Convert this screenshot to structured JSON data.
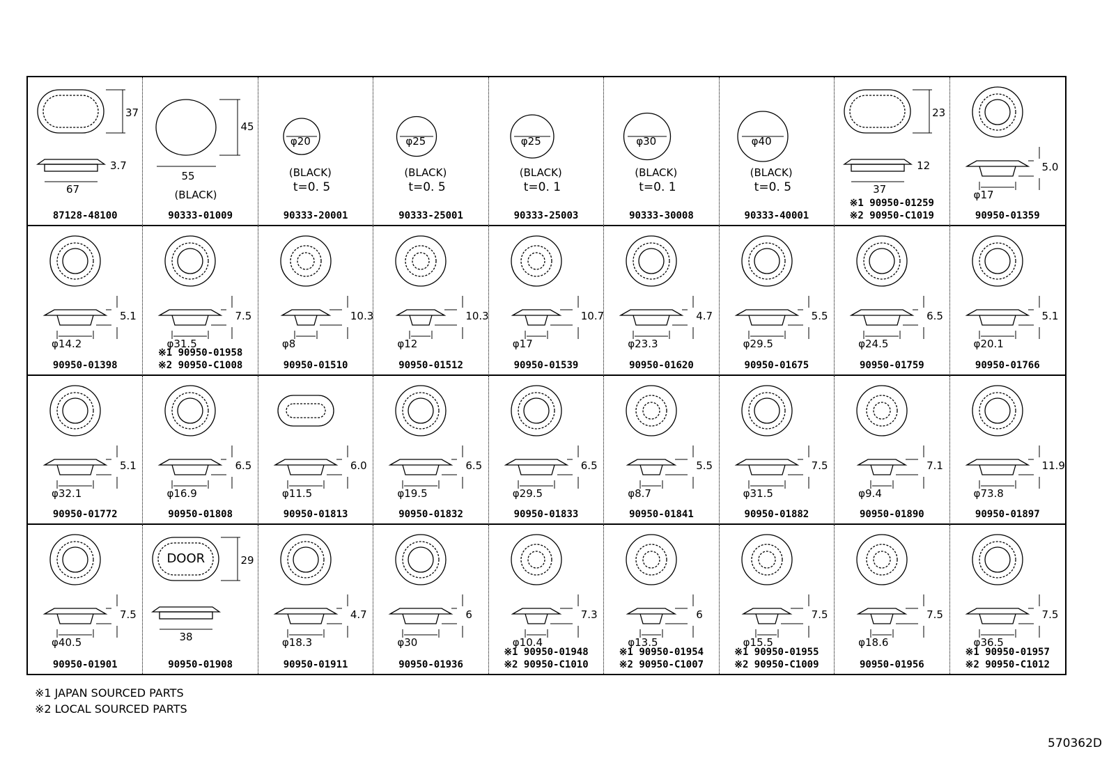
{
  "cells": [
    {
      "kind": "oval",
      "h": "37",
      "d": "67",
      "x": "3.7",
      "parts": [
        "87128-48100"
      ]
    },
    {
      "kind": "bigoval",
      "h": "45",
      "d": "55",
      "note": "(BLACK)",
      "parts": [
        "90333-01009"
      ]
    },
    {
      "kind": "plug",
      "d": "φ20",
      "note": "(BLACK)",
      "t": "t=0. 5",
      "parts": [
        "90333-20001"
      ]
    },
    {
      "kind": "plug",
      "d": "φ25",
      "note": "(BLACK)",
      "t": "t=0. 5",
      "parts": [
        "90333-25001"
      ]
    },
    {
      "kind": "plug",
      "d": "φ25",
      "note": "(BLACK)",
      "t": "t=0. 1",
      "parts": [
        "90333-25003"
      ]
    },
    {
      "kind": "plug",
      "d": "φ30",
      "note": "(BLACK)",
      "t": "t=0. 1",
      "parts": [
        "90333-30008"
      ]
    },
    {
      "kind": "plug",
      "d": "φ40",
      "note": "(BLACK)",
      "t": "t=0. 5",
      "parts": [
        "90333-40001"
      ]
    },
    {
      "kind": "oval",
      "h": "23",
      "d": "37",
      "x": "12",
      "parts": [
        "※1 90950-01259",
        "※2 90950-C1019"
      ]
    },
    {
      "kind": "grommet",
      "h": "5.0",
      "d": "φ17",
      "parts": [
        "90950-01359"
      ]
    },
    {
      "kind": "grommet",
      "h": "5.1",
      "d": "φ14.2",
      "parts": [
        "90950-01398"
      ]
    },
    {
      "kind": "grommet",
      "h": "7.5",
      "d": "φ31.5",
      "parts": [
        "※1 90950-01958",
        "※2 90950-C1008"
      ]
    },
    {
      "kind": "cap",
      "h": "10.3",
      "d": "φ8",
      "parts": [
        "90950-01510"
      ]
    },
    {
      "kind": "cap",
      "h": "10.3",
      "d": "φ12",
      "parts": [
        "90950-01512"
      ]
    },
    {
      "kind": "cap",
      "h": "10.7",
      "d": "φ17",
      "parts": [
        "90950-01539"
      ]
    },
    {
      "kind": "grommet",
      "h": "4.7",
      "d": "φ23.3",
      "parts": [
        "90950-01620"
      ]
    },
    {
      "kind": "grommet",
      "h": "5.5",
      "d": "φ29.5",
      "parts": [
        "90950-01675"
      ]
    },
    {
      "kind": "grommet",
      "h": "6.5",
      "d": "φ24.5",
      "parts": [
        "90950-01759"
      ]
    },
    {
      "kind": "grommet",
      "h": "5.1",
      "d": "φ20.1",
      "parts": [
        "90950-01766"
      ]
    },
    {
      "kind": "grommet",
      "h": "5.1",
      "d": "φ32.1",
      "parts": [
        "90950-01772"
      ]
    },
    {
      "kind": "grommet",
      "h": "6.5",
      "d": "φ16.9",
      "parts": [
        "90950-01808"
      ]
    },
    {
      "kind": "ovalgrommet",
      "h": "6.0",
      "d": "φ11.5",
      "parts": [
        "90950-01813"
      ]
    },
    {
      "kind": "grommet",
      "h": "6.5",
      "d": "φ19.5",
      "parts": [
        "90950-01832"
      ]
    },
    {
      "kind": "grommet",
      "h": "6.5",
      "d": "φ29.5",
      "parts": [
        "90950-01833"
      ]
    },
    {
      "kind": "cap",
      "h": "5.5",
      "d": "φ8.7",
      "parts": [
        "90950-01841"
      ]
    },
    {
      "kind": "grommet",
      "h": "7.5",
      "d": "φ31.5",
      "parts": [
        "90950-01882"
      ]
    },
    {
      "kind": "cap",
      "h": "7.1",
      "d": "φ9.4",
      "parts": [
        "90950-01890"
      ]
    },
    {
      "kind": "grommet",
      "h": "11.9",
      "d": "φ73.8",
      "parts": [
        "90950-01897"
      ]
    },
    {
      "kind": "grommet",
      "h": "7.5",
      "d": "φ40.5",
      "parts": [
        "90950-01901"
      ]
    },
    {
      "kind": "door",
      "label": "DOOR",
      "h": "29",
      "d": "38",
      "parts": [
        "90950-01908"
      ]
    },
    {
      "kind": "grommet",
      "h": "4.7",
      "d": "φ18.3",
      "parts": [
        "90950-01911"
      ]
    },
    {
      "kind": "grommet",
      "h": "6",
      "d": "φ30",
      "parts": [
        "90950-01936"
      ]
    },
    {
      "kind": "cap",
      "h": "7.3",
      "d": "φ10.4",
      "parts": [
        "※1 90950-01948",
        "※2 90950-C1010"
      ]
    },
    {
      "kind": "cap",
      "h": "6",
      "d": "φ13.5",
      "parts": [
        "※1 90950-01954",
        "※2 90950-C1007"
      ]
    },
    {
      "kind": "cap",
      "h": "7.5",
      "d": "φ15.5",
      "parts": [
        "※1 90950-01955",
        "※2 90950-C1009"
      ]
    },
    {
      "kind": "cap",
      "h": "7.5",
      "d": "φ18.6",
      "parts": [
        "90950-01956"
      ]
    },
    {
      "kind": "grommet",
      "h": "7.5",
      "d": "φ36.5",
      "parts": [
        "※1 90950-01957",
        "※2 90950-C1012"
      ]
    }
  ],
  "footnotes": [
    "※1 JAPAN SOURCED PARTS",
    "※2 LOCAL SOURCED PARTS"
  ],
  "code": "570362D"
}
